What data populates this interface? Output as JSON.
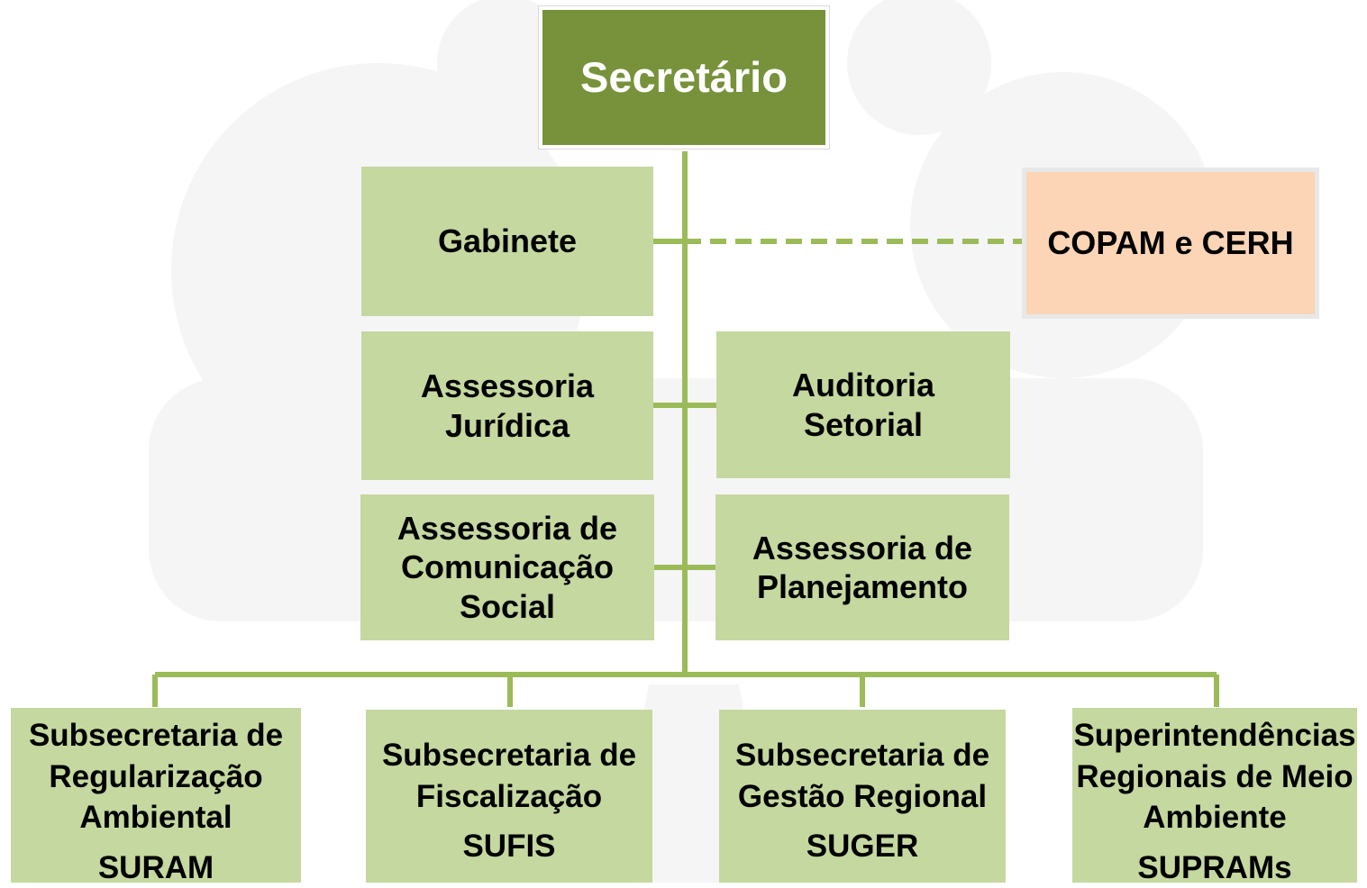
{
  "theme": {
    "primary_green": "#77923b",
    "light_green": "#c5d8a0",
    "connector_green": "#9bbb59",
    "peach": "#fbd5b5",
    "watermark_gray": "#f5f5f5"
  },
  "top": {
    "secretario": "Secretário"
  },
  "advisory": {
    "gabinete": "Gabinete",
    "copam_cerh": "COPAM e CERH",
    "assessoria_juridica": "Assessoria\nJurídica",
    "auditoria_setorial": "Auditoria\nSetorial",
    "assessoria_comunicacao": "Assessoria de\nComunicação\nSocial",
    "assessoria_planejamento": "Assessoria de\nPlanejamento"
  },
  "subsecretarias": [
    {
      "name": "Subsecretaria de\nRegularização\nAmbiental",
      "acronym": "SURAM"
    },
    {
      "name": "Subsecretaria de\nFiscalização",
      "acronym": "SUFIS"
    },
    {
      "name": "Subsecretaria de\nGestão Regional",
      "acronym": "SUGER"
    },
    {
      "name": "Superintendências\nRegionais de Meio\nAmbiente",
      "acronym": "SUPRAMs"
    }
  ]
}
